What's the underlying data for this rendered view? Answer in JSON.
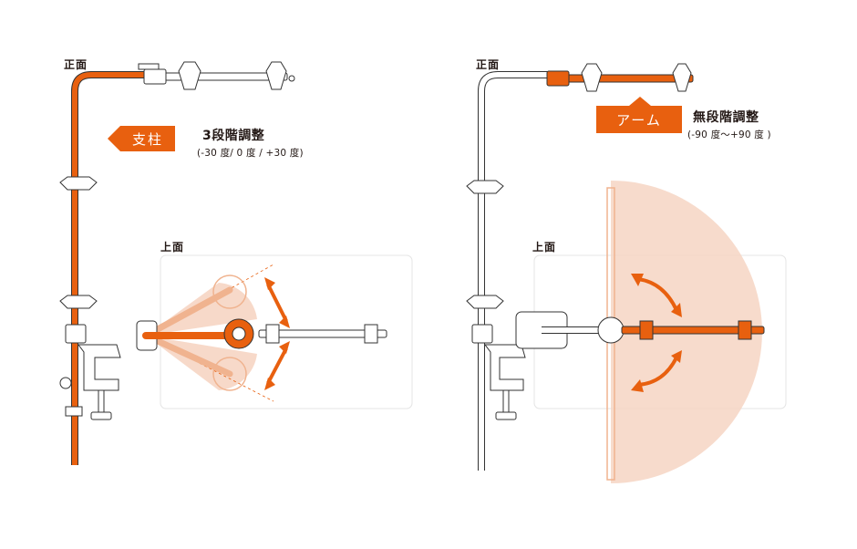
{
  "colors": {
    "accent": "#E8600F",
    "fan": "#F6D5C3",
    "outline": "#333333",
    "frame": "#E4E4E4"
  },
  "left_panel": {
    "front_label": "正面",
    "callout": "支柱",
    "adjust_title": "3段階調整",
    "adjust_range": "(-30 度/ 0 度 / +30 度)",
    "top_label": "上面"
  },
  "right_panel": {
    "front_label": "正面",
    "callout": "アーム",
    "adjust_title": "無段階調整",
    "adjust_range": "(-90 度〜+90 度 )",
    "top_label": "上面"
  }
}
